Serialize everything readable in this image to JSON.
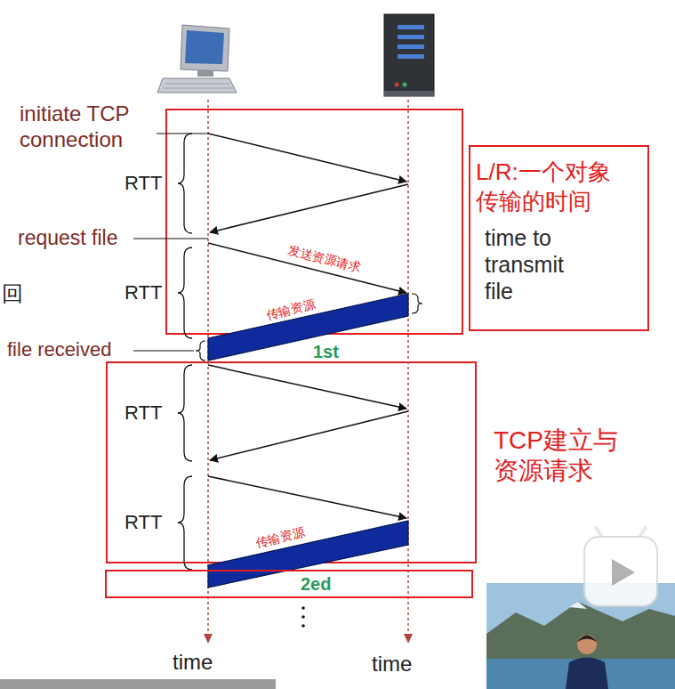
{
  "diagram": {
    "nodes": [
      {
        "text": [
          "L/R:一个对象传输的时间",
          "time to transmit file"
        ]
      },
      {
        "text": [
          "2ed"
        ]
      }
    ],
    "labels": [
      "initiate TCP connection",
      "RTT",
      "request file",
      "发送资源请求",
      "回",
      "RTT",
      "传输资源",
      "file received",
      "1st",
      "RTT",
      "TCP建立与资源请求",
      "RTT",
      "传输资源",
      "time",
      "time"
    ]
  }
}
